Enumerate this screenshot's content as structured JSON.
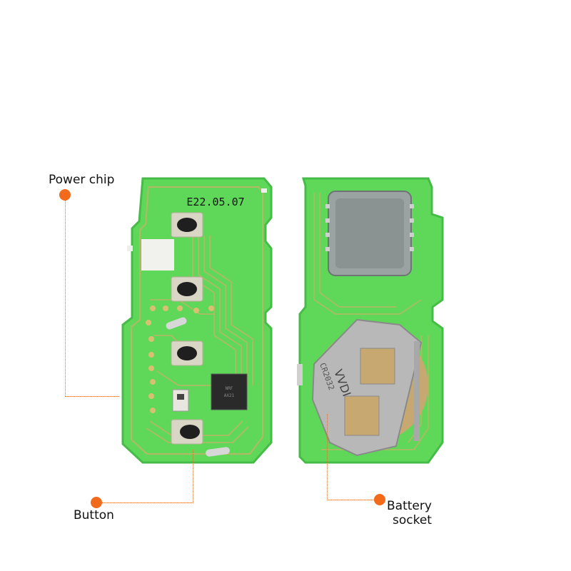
{
  "board_marking": "E22.05.07",
  "brand_marking": "VVDI",
  "battery_marking": "CR2032",
  "annotations": {
    "power_chip": "Power chip",
    "button": "Button",
    "battery_socket_line1": "Battery",
    "battery_socket_line2": "socket"
  },
  "colors": {
    "pcb": "#5fd85a",
    "pcb_edge": "#48c24a",
    "trace": "#c8b066",
    "metal": "#b9b9b9",
    "accent": "#f26b1d"
  }
}
